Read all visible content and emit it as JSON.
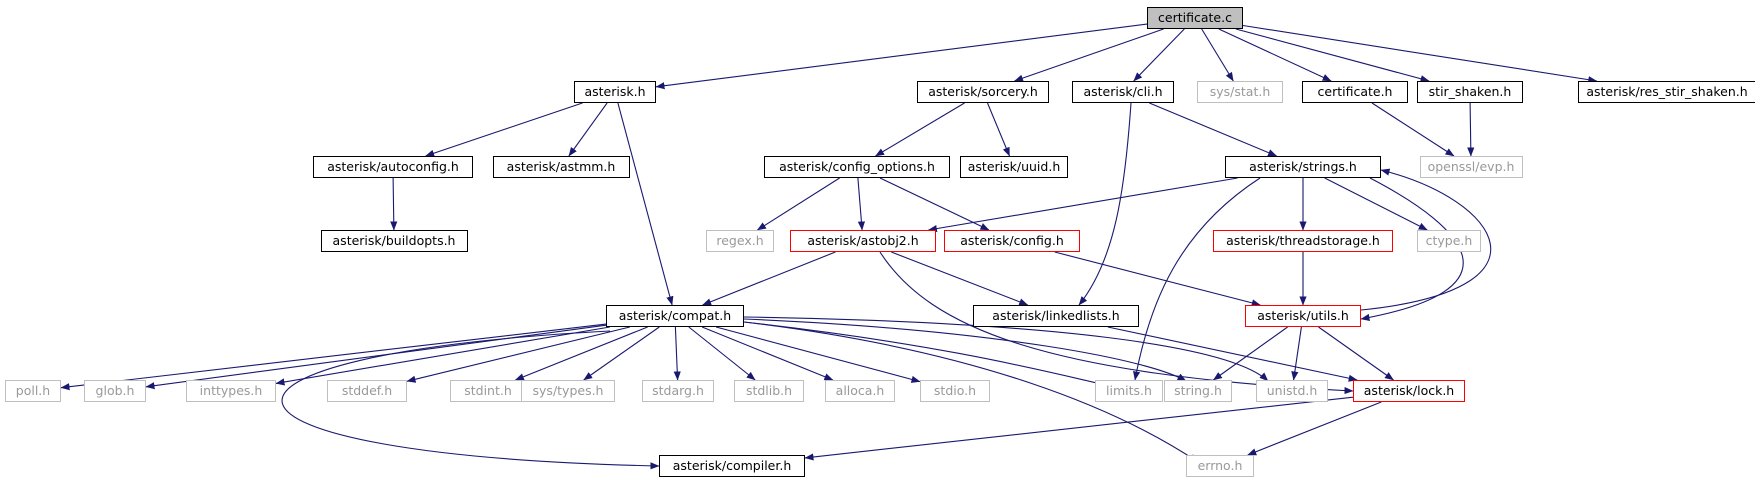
{
  "nodes": [
    {
      "id": "certificate_c",
      "label": "certificate.c",
      "style": "root"
    },
    {
      "id": "asterisk_h",
      "label": "asterisk.h",
      "style": "black"
    },
    {
      "id": "sorcery_h",
      "label": "asterisk/sorcery.h",
      "style": "black"
    },
    {
      "id": "cli_h",
      "label": "asterisk/cli.h",
      "style": "black"
    },
    {
      "id": "sys_stat_h",
      "label": "sys/stat.h",
      "style": "gray"
    },
    {
      "id": "certificate_h",
      "label": "certificate.h",
      "style": "black"
    },
    {
      "id": "stir_shaken_h",
      "label": "stir_shaken.h",
      "style": "black"
    },
    {
      "id": "res_stir_shaken_h",
      "label": "asterisk/res_stir_shaken.h",
      "style": "black"
    },
    {
      "id": "autoconfig_h",
      "label": "asterisk/autoconfig.h",
      "style": "black"
    },
    {
      "id": "astmm_h",
      "label": "asterisk/astmm.h",
      "style": "black"
    },
    {
      "id": "config_options_h",
      "label": "asterisk/config_options.h",
      "style": "black"
    },
    {
      "id": "uuid_h",
      "label": "asterisk/uuid.h",
      "style": "black"
    },
    {
      "id": "strings_h",
      "label": "asterisk/strings.h",
      "style": "black"
    },
    {
      "id": "openssl_evp_h",
      "label": "openssl/evp.h",
      "style": "gray"
    },
    {
      "id": "buildopts_h",
      "label": "asterisk/buildopts.h",
      "style": "black"
    },
    {
      "id": "regex_h",
      "label": "regex.h",
      "style": "gray"
    },
    {
      "id": "astobj2_h",
      "label": "asterisk/astobj2.h",
      "style": "red"
    },
    {
      "id": "config_h",
      "label": "asterisk/config.h",
      "style": "red"
    },
    {
      "id": "threadstorage_h",
      "label": "asterisk/threadstorage.h",
      "style": "red"
    },
    {
      "id": "ctype_h",
      "label": "ctype.h",
      "style": "gray"
    },
    {
      "id": "compat_h",
      "label": "asterisk/compat.h",
      "style": "black"
    },
    {
      "id": "linkedlists_h",
      "label": "asterisk/linkedlists.h",
      "style": "black"
    },
    {
      "id": "utils_h",
      "label": "asterisk/utils.h",
      "style": "red"
    },
    {
      "id": "poll_h",
      "label": "poll.h",
      "style": "gray"
    },
    {
      "id": "glob_h",
      "label": "glob.h",
      "style": "gray"
    },
    {
      "id": "inttypes_h",
      "label": "inttypes.h",
      "style": "gray"
    },
    {
      "id": "stddef_h",
      "label": "stddef.h",
      "style": "gray"
    },
    {
      "id": "stdint_h",
      "label": "stdint.h",
      "style": "gray"
    },
    {
      "id": "sys_types_h",
      "label": "sys/types.h",
      "style": "gray"
    },
    {
      "id": "stdarg_h",
      "label": "stdarg.h",
      "style": "gray"
    },
    {
      "id": "stdlib_h",
      "label": "stdlib.h",
      "style": "gray"
    },
    {
      "id": "alloca_h",
      "label": "alloca.h",
      "style": "gray"
    },
    {
      "id": "stdio_h",
      "label": "stdio.h",
      "style": "gray"
    },
    {
      "id": "limits_h",
      "label": "limits.h",
      "style": "gray"
    },
    {
      "id": "string_h",
      "label": "string.h",
      "style": "gray"
    },
    {
      "id": "unistd_h",
      "label": "unistd.h",
      "style": "gray"
    },
    {
      "id": "lock_h",
      "label": "asterisk/lock.h",
      "style": "red"
    },
    {
      "id": "compiler_h",
      "label": "asterisk/compiler.h",
      "style": "black"
    },
    {
      "id": "errno_h",
      "label": "errno.h",
      "style": "gray"
    }
  ],
  "edges": [
    [
      "certificate_c",
      "asterisk_h"
    ],
    [
      "certificate_c",
      "sorcery_h"
    ],
    [
      "certificate_c",
      "cli_h"
    ],
    [
      "certificate_c",
      "sys_stat_h"
    ],
    [
      "certificate_c",
      "certificate_h"
    ],
    [
      "certificate_c",
      "stir_shaken_h"
    ],
    [
      "certificate_c",
      "res_stir_shaken_h"
    ],
    [
      "asterisk_h",
      "autoconfig_h"
    ],
    [
      "asterisk_h",
      "astmm_h"
    ],
    [
      "asterisk_h",
      "compat_h"
    ],
    [
      "autoconfig_h",
      "buildopts_h"
    ],
    [
      "sorcery_h",
      "config_options_h"
    ],
    [
      "sorcery_h",
      "uuid_h"
    ],
    [
      "cli_h",
      "strings_h"
    ],
    [
      "cli_h",
      "linkedlists_h"
    ],
    [
      "certificate_h",
      "openssl_evp_h"
    ],
    [
      "stir_shaken_h",
      "openssl_evp_h"
    ],
    [
      "config_options_h",
      "regex_h"
    ],
    [
      "config_options_h",
      "astobj2_h"
    ],
    [
      "config_options_h",
      "config_h"
    ],
    [
      "strings_h",
      "astobj2_h"
    ],
    [
      "strings_h",
      "threadstorage_h"
    ],
    [
      "strings_h",
      "ctype_h"
    ],
    [
      "strings_h",
      "utils_h"
    ],
    [
      "strings_h",
      "limits_h"
    ],
    [
      "utils_h",
      "strings_h"
    ],
    [
      "astobj2_h",
      "compat_h"
    ],
    [
      "astobj2_h",
      "linkedlists_h"
    ],
    [
      "astobj2_h",
      "lock_h"
    ],
    [
      "config_h",
      "utils_h"
    ],
    [
      "threadstorage_h",
      "utils_h"
    ],
    [
      "linkedlists_h",
      "lock_h"
    ],
    [
      "utils_h",
      "string_h"
    ],
    [
      "utils_h",
      "unistd_h"
    ],
    [
      "utils_h",
      "lock_h"
    ],
    [
      "compat_h",
      "poll_h"
    ],
    [
      "compat_h",
      "glob_h"
    ],
    [
      "compat_h",
      "inttypes_h"
    ],
    [
      "compat_h",
      "stddef_h"
    ],
    [
      "compat_h",
      "stdint_h"
    ],
    [
      "compat_h",
      "sys_types_h"
    ],
    [
      "compat_h",
      "stdarg_h"
    ],
    [
      "compat_h",
      "stdlib_h"
    ],
    [
      "compat_h",
      "alloca_h"
    ],
    [
      "compat_h",
      "stdio_h"
    ],
    [
      "compat_h",
      "limits_h"
    ],
    [
      "compat_h",
      "string_h"
    ],
    [
      "compat_h",
      "unistd_h"
    ],
    [
      "compat_h",
      "compiler_h"
    ],
    [
      "compat_h",
      "errno_h"
    ],
    [
      "lock_h",
      "compiler_h"
    ],
    [
      "lock_h",
      "errno_h"
    ]
  ],
  "colors": {
    "edge": "#191970",
    "black_border": "#000000",
    "red_border": "#ff0000",
    "gray_border": "#bfbfbf",
    "gray_text": "#999999",
    "root_fill": "#bfbfbf"
  }
}
